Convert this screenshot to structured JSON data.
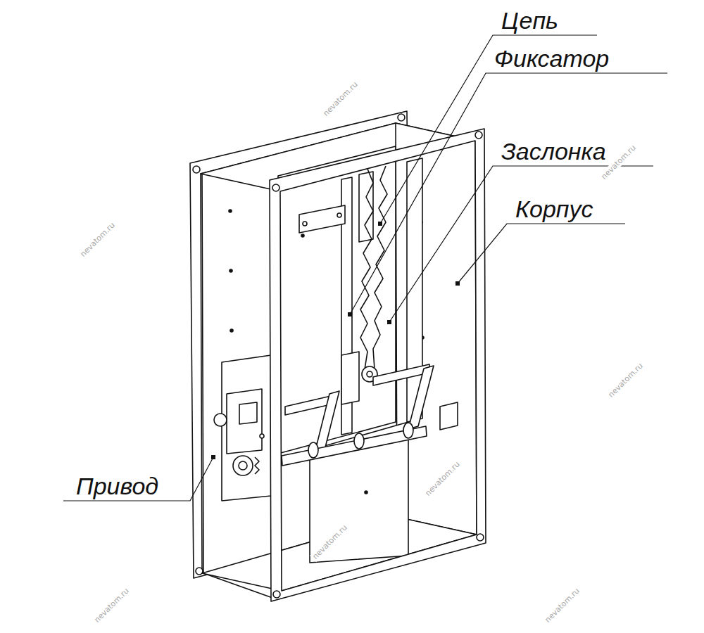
{
  "diagram": {
    "labels": [
      "Цепь",
      "Фиксатор",
      "Заслонка",
      "Корпус",
      "Привод",
      "nevatom.ru",
      "nevatom.ru",
      "nevatom.ru",
      "nevatom.ru",
      "nevatom.ru",
      "nevatom.ru",
      "nevatom.ru",
      "nevatom.ru"
    ]
  }
}
